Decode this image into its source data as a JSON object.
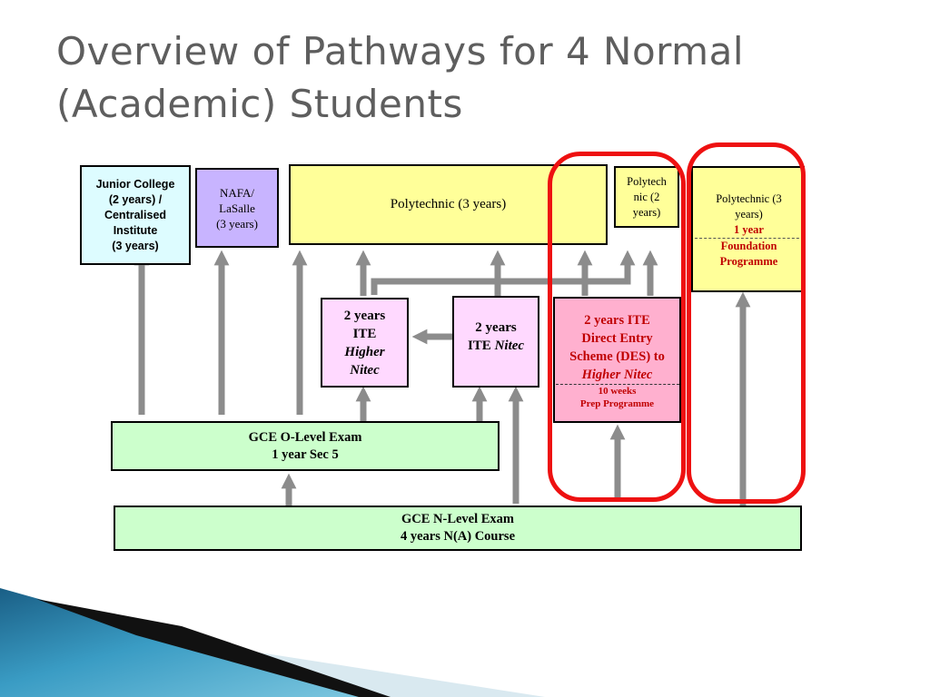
{
  "slide": {
    "title": "Overview of Pathways for 4 Normal (Academic) Students"
  },
  "boxes": {
    "junior_college": [
      "Junior College",
      "(2 years) /",
      "Centralised",
      "Institute",
      "(3 years)"
    ],
    "nafa": [
      "NAFA/",
      "LaSalle",
      "(3 years)"
    ],
    "poly3": "Polytechnic (3 years)",
    "poly2": [
      "Polytech",
      "nic (2",
      "years)"
    ],
    "poly_foundation": {
      "top": [
        "Polytechnic (3",
        "years)"
      ],
      "highlight": [
        "1 year",
        "Foundation",
        "Programme"
      ]
    },
    "ite_higher": {
      "line1": "2 years",
      "line2": "ITE",
      "line3": "Higher",
      "line4": "Nitec"
    },
    "ite_nitec": {
      "line1": "2 years",
      "line2": "ITE",
      "line3": "Nitec"
    },
    "des": {
      "line1": "2 years ITE",
      "line2": "Direct Entry",
      "line3": "Scheme (DES) to",
      "line4": "Higher Nitec",
      "sub1": "10 weeks",
      "sub2": "Prep Programme"
    },
    "o_level": [
      "GCE O-Level Exam",
      "1 year Sec 5"
    ],
    "n_level": [
      "GCE N-Level Exam",
      "4 years N(A) Course"
    ]
  },
  "colors": {
    "arrow": "#8c8c8c",
    "ring": "#ee1111",
    "highlight_text": "#c00000"
  }
}
